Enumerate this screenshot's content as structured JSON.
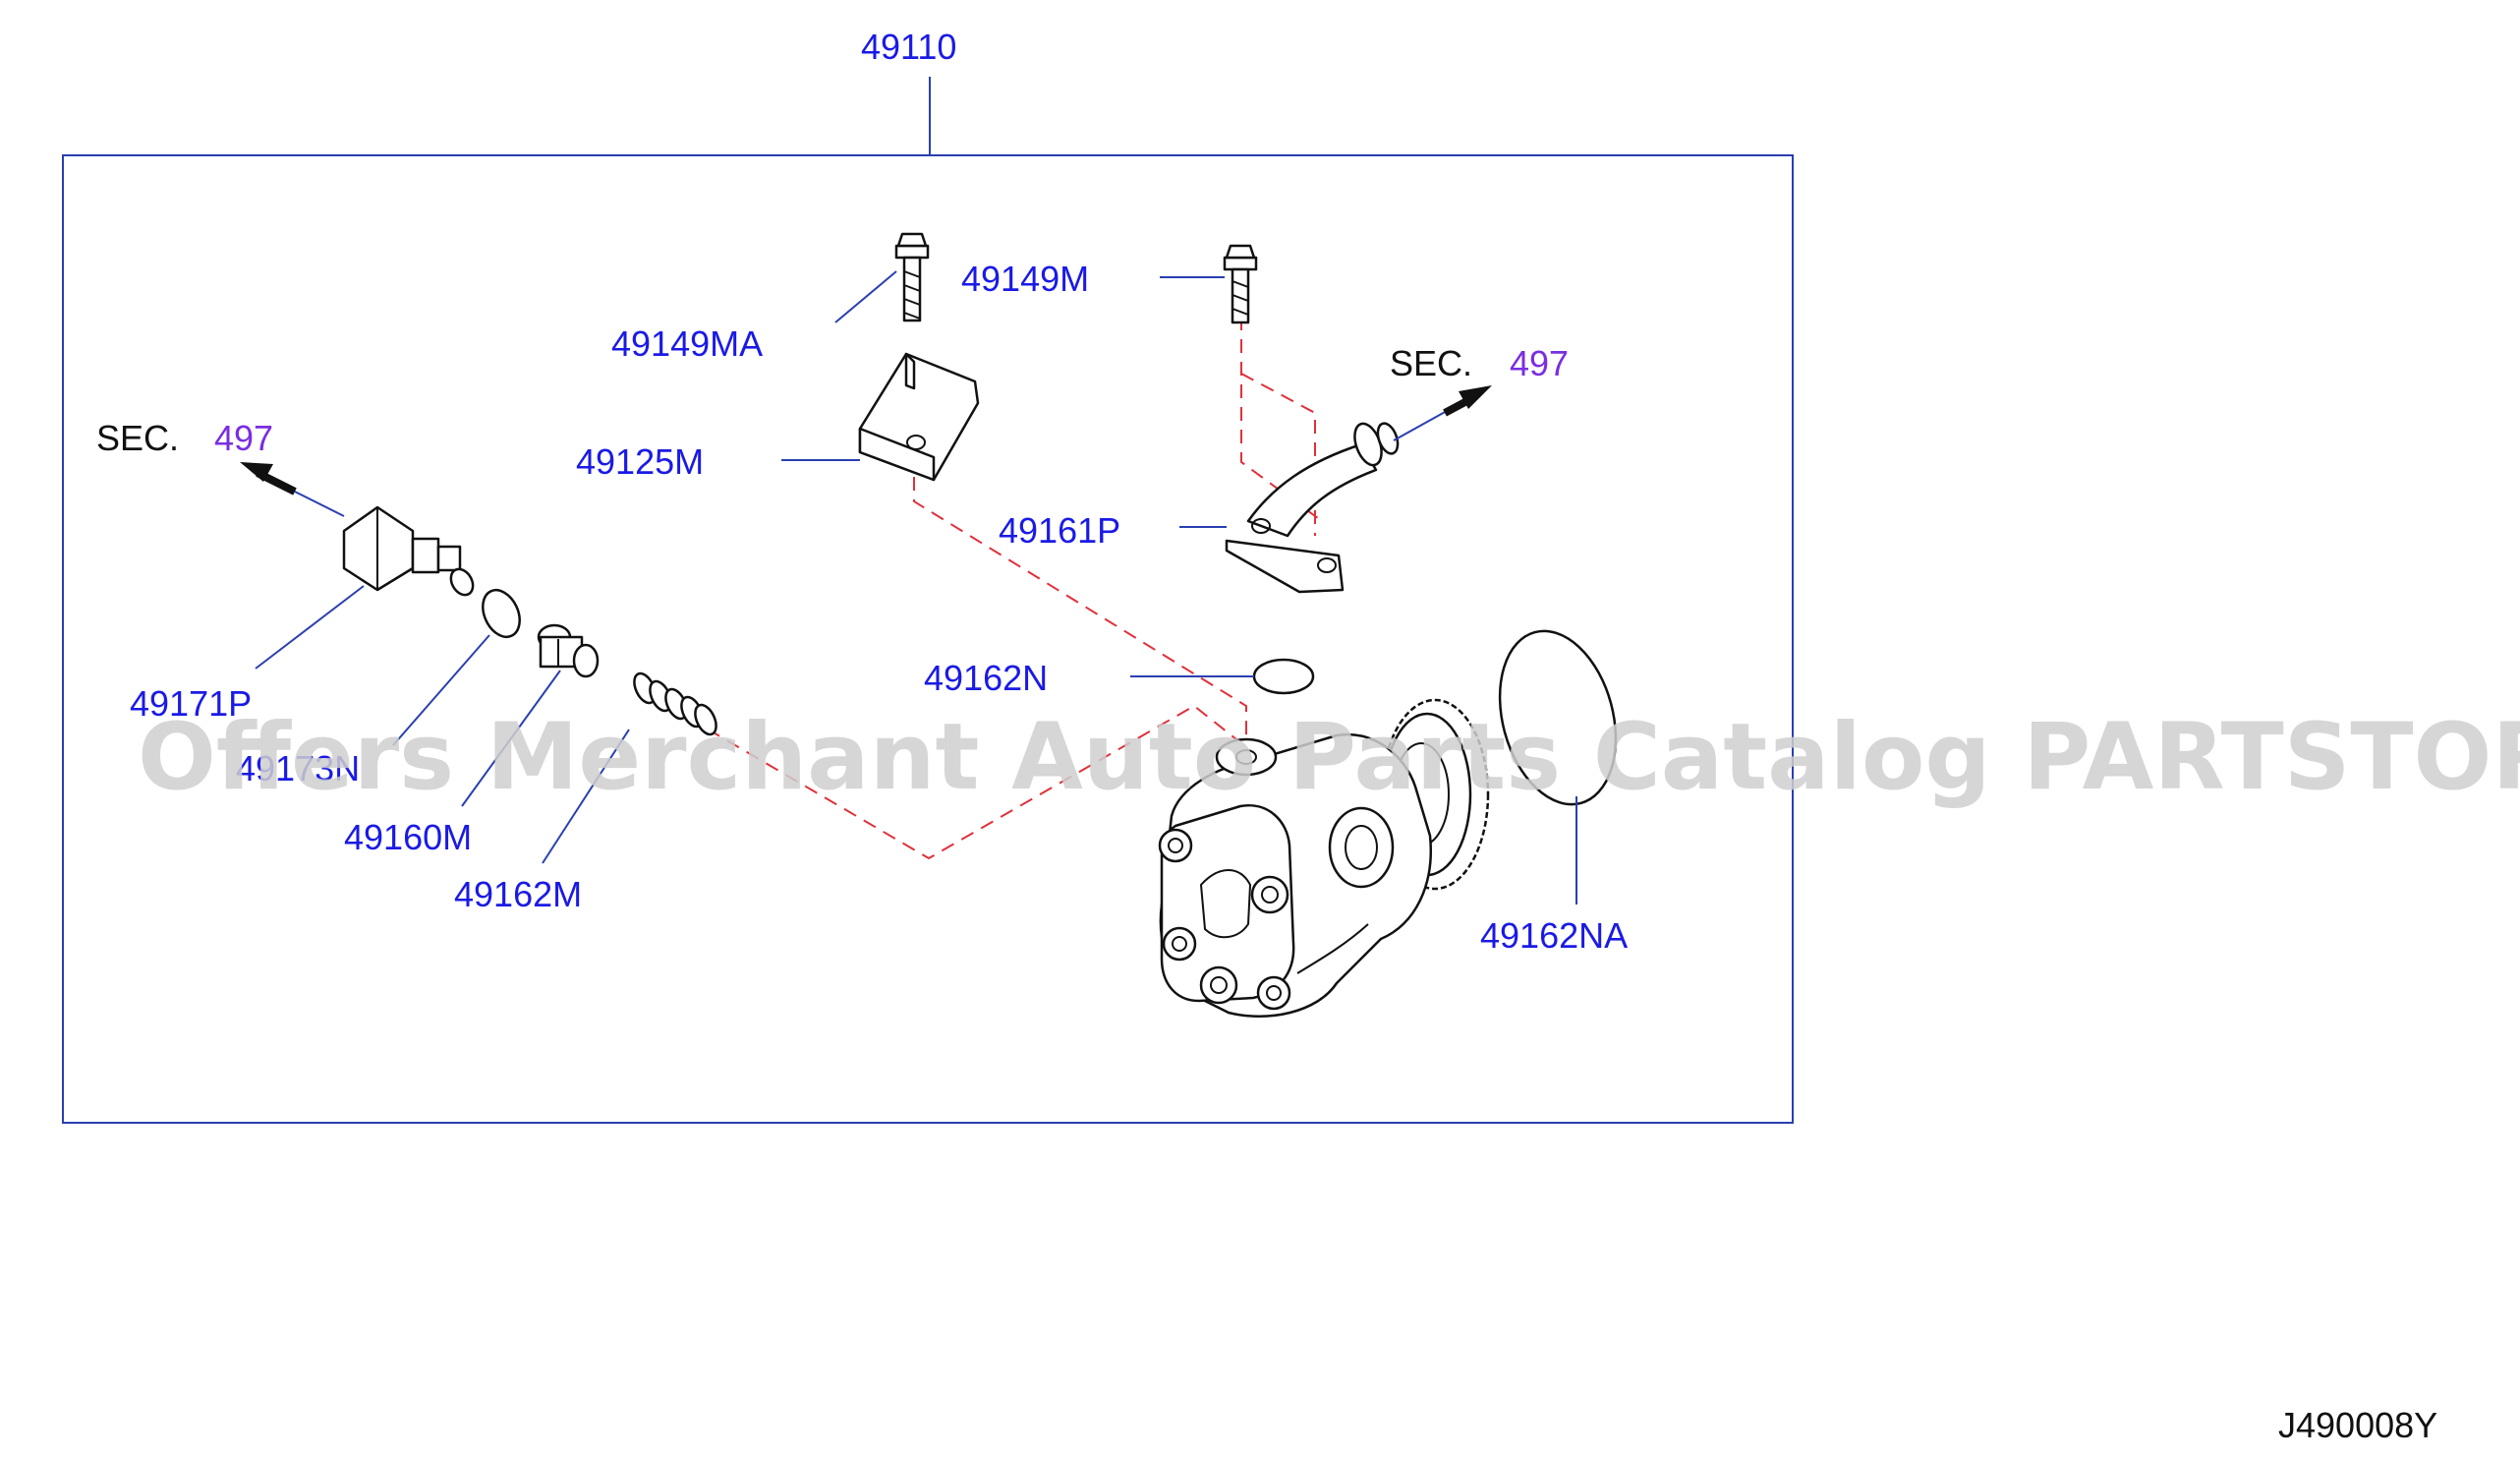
{
  "diagram": {
    "assembly_label": "49110",
    "figure_code": "J490008Y",
    "watermark": "Offers Merchant Auto Parts Catalog PARTSTORE.SA",
    "sec_left": {
      "prefix": "SEC.",
      "number": "497"
    },
    "sec_right": {
      "prefix": "SEC.",
      "number": "497"
    },
    "parts": [
      "49149MA",
      "49149M",
      "49125M",
      "49161P",
      "49171P",
      "49173N",
      "49160M",
      "49162M",
      "49162N",
      "49162NA"
    ],
    "colors": {
      "label": "#1a1ae6",
      "sec_number": "#7a2ee0",
      "frame": "#2a3fb0",
      "dashed_reference": "#e0303a"
    }
  }
}
